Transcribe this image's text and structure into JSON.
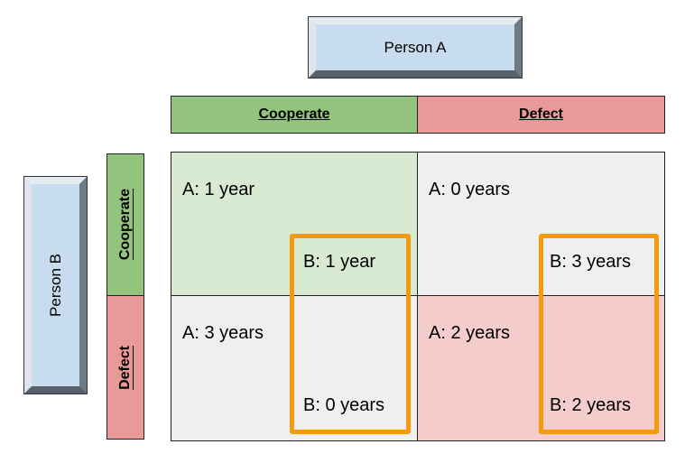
{
  "player_a": {
    "label": "Person A"
  },
  "player_b": {
    "label": "Person B"
  },
  "columns": [
    {
      "label": "Cooperate",
      "color": "#93c47d"
    },
    {
      "label": "Defect",
      "color": "#ea9999"
    }
  ],
  "rows": [
    {
      "label": "Cooperate",
      "color": "#93c47d"
    },
    {
      "label": "Defect",
      "color": "#ea9999"
    }
  ],
  "cells": [
    {
      "a": "A: 1 year",
      "b": "B: 1 year",
      "color": "#d9ead3"
    },
    {
      "a": "A: 0 years",
      "b": "B: 3 years",
      "color": "#efefef"
    },
    {
      "a": "A: 3 years",
      "b": "B: 0 years",
      "color": "#efefef"
    },
    {
      "a": "A: 2 years",
      "b": "B: 2 years",
      "color": "#f4cccc"
    }
  ],
  "highlight_color": "#f59a0c"
}
